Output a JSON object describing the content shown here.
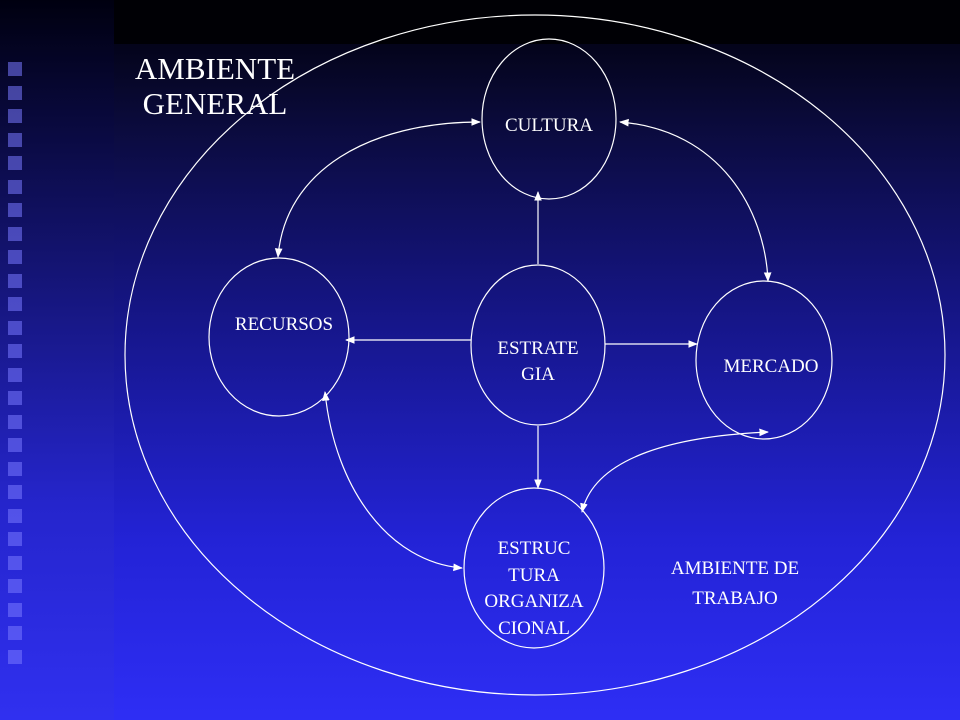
{
  "title": {
    "line1": "AMBIENTE",
    "line2": "GENERAL"
  },
  "nodes": {
    "cultura": "CULTURA",
    "recursos": "RECURSOS",
    "estrategia": {
      "line1": "ESTRATE",
      "line2": "GIA"
    },
    "mercado": "MERCADO",
    "estructura": {
      "line1": "ESTRUC",
      "line2": "TURA",
      "line3": "ORGANIZA",
      "line4": "CIONAL"
    }
  },
  "work_environment": {
    "line1": "AMBIENTE DE",
    "line2": "TRABAJO"
  },
  "colors": {
    "line": "#ffffff",
    "text": "#ffffff"
  }
}
